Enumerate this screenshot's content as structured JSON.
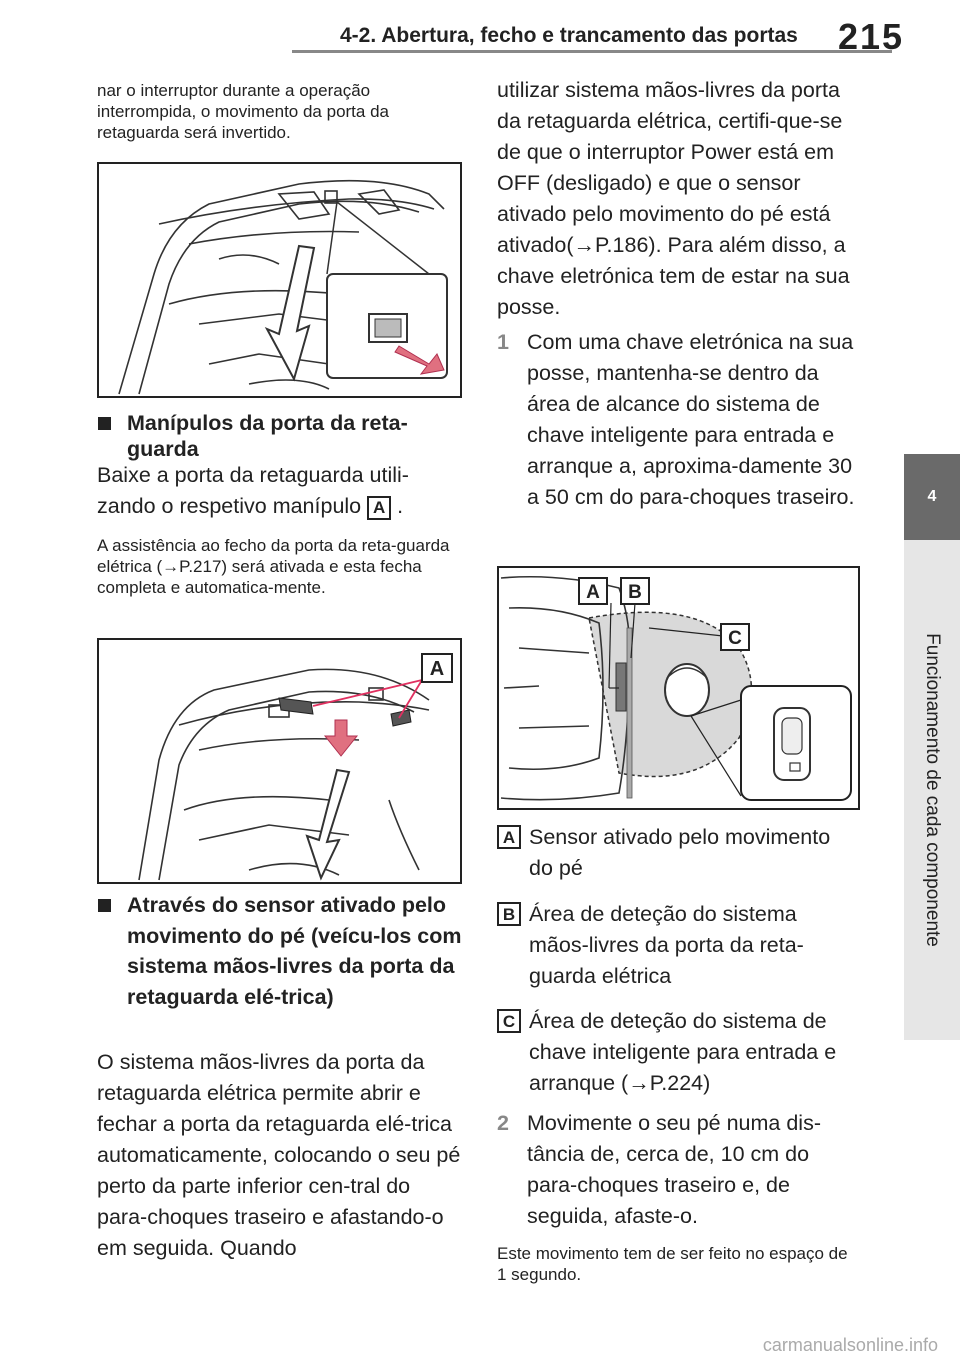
{
  "header": {
    "section_title": "4-2. Abertura, fecho e trancamento das portas",
    "page_number": "215"
  },
  "side_tab": {
    "chapter_number": "4",
    "chapter_title": "Funcionamento de cada componente"
  },
  "left": {
    "intro_text": "nar o interruptor durante a operação interrompida, o movimento da porta da retaguarda será invertido.",
    "heading1": "Manípulos da porta da reta-guarda",
    "para1_before": "Baixe a porta da retaguarda utili-zando o respetivo manípulo",
    "para1_after": ".",
    "para1_label": "A",
    "note1": "A assistência ao fecho da porta da reta-guarda elétrica (→P.217) será ativada e esta fecha completa e automatica-mente.",
    "fig2_label": "A",
    "heading2": "Através do sensor ativado pelo movimento do pé (veícu-los com sistema mãos-livres da porta da retaguarda elé-trica)",
    "para2": "O sistema mãos-livres da porta da retaguarda elétrica permite abrir e fechar a porta da retaguarda elé-trica automaticamente, colocando o seu pé perto da parte inferior cen-tral do para-choques traseiro e afastando-o em seguida. Quando"
  },
  "right": {
    "para_cont": "utilizar sistema mãos-livres da porta da retaguarda elétrica, certifi-que-se de que o interruptor Power está em OFF (desligado) e que o sensor ativado pelo movimento do pé está ativado(→P.186). Para além disso, a chave eletrónica tem de estar na sua posse.",
    "steps": [
      {
        "num": "1",
        "text": "Com uma chave eletrónica na sua posse, mantenha-se dentro da área de alcance do sistema de chave inteligente para entrada e arranque a, aproxima-damente 30 a 50 cm do para-choques traseiro."
      },
      {
        "num": "2",
        "text": "Movimente o seu pé numa dis-tância de, cerca de, 10 cm do para-choques traseiro e, de seguida, afaste-o."
      }
    ],
    "fig3_labels": [
      "A",
      "B",
      "C"
    ],
    "legend": [
      {
        "label": "A",
        "text": "Sensor ativado pelo movimento do pé"
      },
      {
        "label": "B",
        "text": "Área de deteção do sistema mãos-livres da porta da reta-guarda elétrica"
      },
      {
        "label": "C",
        "text": "Área de deteção do sistema de chave inteligente para entrada e arranque (→P.224)"
      }
    ],
    "note_end": "Este movimento tem de ser feito no espaço de 1 segundo."
  },
  "footer": {
    "watermark": "carmanualsonline.info"
  }
}
